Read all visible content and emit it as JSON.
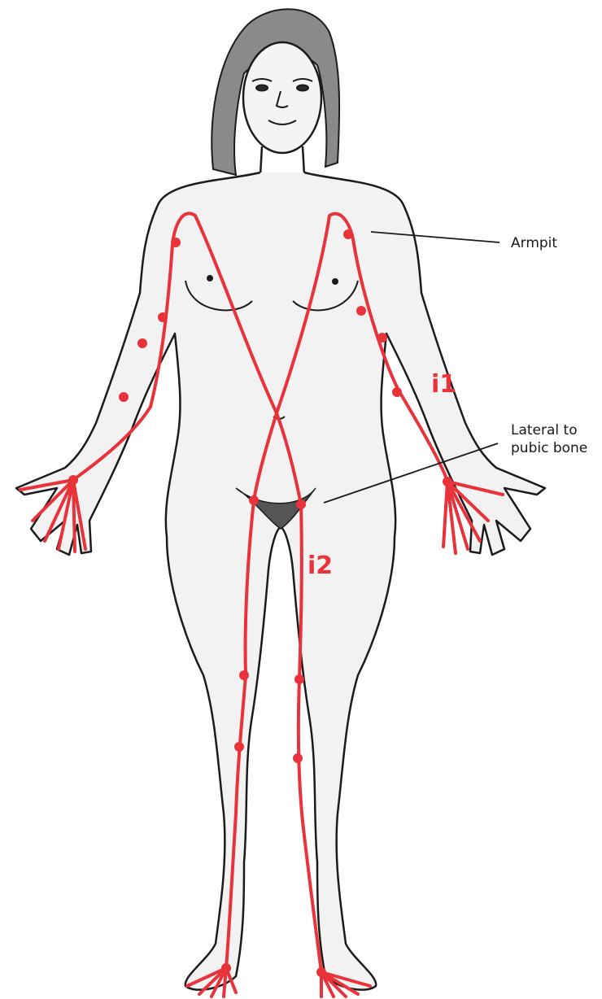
{
  "callouts": {
    "armpit": "Armpit",
    "pubic": "Lateral to\npubic bone"
  },
  "meridians": {
    "i1": "i1",
    "i2": "i2"
  },
  "colors": {
    "meridian": "#e8333a",
    "outline": "#1b1b1b",
    "skin": "#f2f2f2",
    "hair": "#6b6b6b"
  }
}
